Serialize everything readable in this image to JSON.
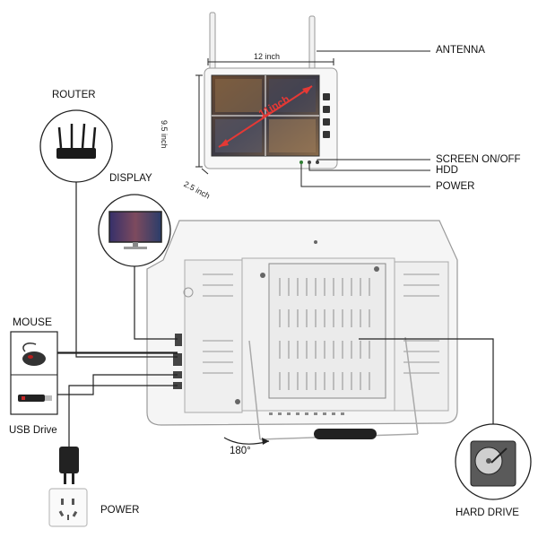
{
  "labels": {
    "antenna": "ANTENNA",
    "router": "ROUTER",
    "display": "DISPLAY",
    "mouse": "MOUSE",
    "usb_drive": "USB Drive",
    "power_left": "POWER",
    "screen_on_off": "SCREEN ON/OFF",
    "hdd": "HDD",
    "power_top": "POWER",
    "hard_drive": "HARD DRIVE"
  },
  "dimensions": {
    "width": "12 inch",
    "height": "9.5 inch",
    "depth": "2.5 inch",
    "diagonal": "11inch",
    "angle": "180°"
  },
  "colors": {
    "line": "#222222",
    "device_body": "#f4f4f4",
    "device_outline": "#9a9a9a",
    "diagonal": "#e53935"
  },
  "icons": [
    "router-icon",
    "monitor-icon",
    "mouse-icon",
    "usb-drive-icon",
    "power-plug-icon",
    "wall-socket-icon",
    "hard-drive-icon"
  ]
}
